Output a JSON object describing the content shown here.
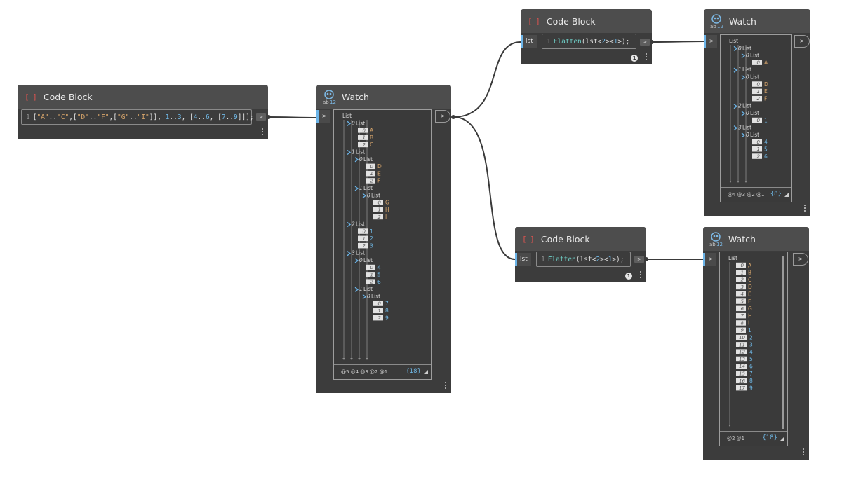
{
  "nodes": {
    "cb_main": {
      "title": "Code Block",
      "line": "1",
      "code": [
        {
          "t": "[",
          "c": ""
        },
        {
          "t": "\"A\"",
          "c": "str"
        },
        {
          "t": "..",
          "c": ""
        },
        {
          "t": "\"C\"",
          "c": "str"
        },
        {
          "t": ",[",
          "c": ""
        },
        {
          "t": "\"D\"",
          "c": "str"
        },
        {
          "t": "..",
          "c": ""
        },
        {
          "t": "\"F\"",
          "c": "str"
        },
        {
          "t": ",[",
          "c": ""
        },
        {
          "t": "\"G\"",
          "c": "str"
        },
        {
          "t": "..",
          "c": ""
        },
        {
          "t": "\"I\"",
          "c": "str"
        },
        {
          "t": "]], ",
          "c": ""
        },
        {
          "t": "1",
          "c": "num"
        },
        {
          "t": "..",
          "c": ""
        },
        {
          "t": "3",
          "c": "num"
        },
        {
          "t": ", [",
          "c": ""
        },
        {
          "t": "4",
          "c": "num"
        },
        {
          "t": "..",
          "c": ""
        },
        {
          "t": "6",
          "c": "num"
        },
        {
          "t": ", [",
          "c": ""
        },
        {
          "t": "7",
          "c": "num"
        },
        {
          "t": "..",
          "c": ""
        },
        {
          "t": "9",
          "c": "num"
        },
        {
          "t": "]]];",
          "c": ""
        }
      ],
      "out_label": ">"
    },
    "cb_top": {
      "title": "Code Block",
      "line": "1",
      "in_label": "lst",
      "code": [
        {
          "t": "Flatten",
          "c": "fn"
        },
        {
          "t": "(lst<",
          "c": ""
        },
        {
          "t": "2",
          "c": "num"
        },
        {
          "t": "><",
          "c": ""
        },
        {
          "t": "1",
          "c": "num"
        },
        {
          "t": ">);",
          "c": ""
        }
      ],
      "out_label": ">",
      "badge": "1"
    },
    "cb_bottom": {
      "title": "Code Block",
      "line": "1",
      "in_label": "lst",
      "code": [
        {
          "t": "Flatten",
          "c": "fn"
        },
        {
          "t": "(lst<",
          "c": ""
        },
        {
          "t": "2",
          "c": "num"
        },
        {
          "t": "><",
          "c": ""
        },
        {
          "t": "1",
          "c": "num"
        },
        {
          "t": ">);",
          "c": ""
        }
      ],
      "out_label": ">",
      "badge": "1"
    },
    "watch_main": {
      "title": "Watch",
      "in_label": ">",
      "out_label": ">",
      "levels": "@5 @4 @3 @2 @1",
      "count": "{18}",
      "tree": [
        {
          "d": 0,
          "k": "list",
          "t": "List"
        },
        {
          "d": 1,
          "k": "list",
          "i": "0",
          "t": "List"
        },
        {
          "d": 2,
          "k": "item",
          "i": "0",
          "t": "A",
          "c": "str"
        },
        {
          "d": 2,
          "k": "item",
          "i": "1",
          "t": "B",
          "c": "str"
        },
        {
          "d": 2,
          "k": "item",
          "i": "2",
          "t": "C",
          "c": "str"
        },
        {
          "d": 1,
          "k": "list",
          "i": "1",
          "t": "List"
        },
        {
          "d": 2,
          "k": "list",
          "i": "0",
          "t": "List"
        },
        {
          "d": 3,
          "k": "item",
          "i": "0",
          "t": "D",
          "c": "str"
        },
        {
          "d": 3,
          "k": "item",
          "i": "1",
          "t": "E",
          "c": "str"
        },
        {
          "d": 3,
          "k": "item",
          "i": "2",
          "t": "F",
          "c": "str"
        },
        {
          "d": 2,
          "k": "list",
          "i": "1",
          "t": "List"
        },
        {
          "d": 3,
          "k": "list",
          "i": "0",
          "t": "List"
        },
        {
          "d": 4,
          "k": "item",
          "i": "0",
          "t": "G",
          "c": "str"
        },
        {
          "d": 4,
          "k": "item",
          "i": "1",
          "t": "H",
          "c": "str"
        },
        {
          "d": 4,
          "k": "item",
          "i": "2",
          "t": "I",
          "c": "str"
        },
        {
          "d": 1,
          "k": "list",
          "i": "2",
          "t": "List"
        },
        {
          "d": 2,
          "k": "item",
          "i": "0",
          "t": "1",
          "c": "num"
        },
        {
          "d": 2,
          "k": "item",
          "i": "1",
          "t": "2",
          "c": "num"
        },
        {
          "d": 2,
          "k": "item",
          "i": "2",
          "t": "3",
          "c": "num"
        },
        {
          "d": 1,
          "k": "list",
          "i": "3",
          "t": "List"
        },
        {
          "d": 2,
          "k": "list",
          "i": "0",
          "t": "List"
        },
        {
          "d": 3,
          "k": "item",
          "i": "0",
          "t": "4",
          "c": "num"
        },
        {
          "d": 3,
          "k": "item",
          "i": "1",
          "t": "5",
          "c": "num"
        },
        {
          "d": 3,
          "k": "item",
          "i": "2",
          "t": "6",
          "c": "num"
        },
        {
          "d": 2,
          "k": "list",
          "i": "1",
          "t": "List"
        },
        {
          "d": 3,
          "k": "list",
          "i": "0",
          "t": "List"
        },
        {
          "d": 4,
          "k": "item",
          "i": "0",
          "t": "7",
          "c": "num"
        },
        {
          "d": 4,
          "k": "item",
          "i": "1",
          "t": "8",
          "c": "num"
        },
        {
          "d": 4,
          "k": "item",
          "i": "2",
          "t": "9",
          "c": "num"
        }
      ]
    },
    "watch_top": {
      "title": "Watch",
      "in_label": ">",
      "out_label": ">",
      "levels": "@4 @3 @2 @1",
      "count": "{8}",
      "tree": [
        {
          "d": 0,
          "k": "list",
          "t": "List"
        },
        {
          "d": 1,
          "k": "list",
          "i": "0",
          "t": "List"
        },
        {
          "d": 2,
          "k": "list",
          "i": "0",
          "t": "List"
        },
        {
          "d": 3,
          "k": "item",
          "i": "0",
          "t": "A",
          "c": "str"
        },
        {
          "d": 1,
          "k": "list",
          "i": "1",
          "t": "List"
        },
        {
          "d": 2,
          "k": "list",
          "i": "0",
          "t": "List"
        },
        {
          "d": 3,
          "k": "item",
          "i": "0",
          "t": "D",
          "c": "str"
        },
        {
          "d": 3,
          "k": "item",
          "i": "1",
          "t": "E",
          "c": "str"
        },
        {
          "d": 3,
          "k": "item",
          "i": "2",
          "t": "F",
          "c": "str"
        },
        {
          "d": 1,
          "k": "list",
          "i": "2",
          "t": "List"
        },
        {
          "d": 2,
          "k": "list",
          "i": "0",
          "t": "List"
        },
        {
          "d": 3,
          "k": "item",
          "i": "0",
          "t": "1",
          "c": "num"
        },
        {
          "d": 1,
          "k": "list",
          "i": "3",
          "t": "List"
        },
        {
          "d": 2,
          "k": "list",
          "i": "0",
          "t": "List"
        },
        {
          "d": 3,
          "k": "item",
          "i": "0",
          "t": "4",
          "c": "num"
        },
        {
          "d": 3,
          "k": "item",
          "i": "1",
          "t": "5",
          "c": "num"
        },
        {
          "d": 3,
          "k": "item",
          "i": "2",
          "t": "6",
          "c": "num"
        }
      ]
    },
    "watch_bottom": {
      "title": "Watch",
      "in_label": ">",
      "out_label": ">",
      "levels": "@2 @1",
      "count": "{18}",
      "tree": [
        {
          "d": 0,
          "k": "list",
          "t": "List"
        },
        {
          "d": 1,
          "k": "item",
          "i": "0",
          "t": "A",
          "c": "str"
        },
        {
          "d": 1,
          "k": "item",
          "i": "1",
          "t": "B",
          "c": "str"
        },
        {
          "d": 1,
          "k": "item",
          "i": "2",
          "t": "C",
          "c": "str"
        },
        {
          "d": 1,
          "k": "item",
          "i": "3",
          "t": "D",
          "c": "str"
        },
        {
          "d": 1,
          "k": "item",
          "i": "4",
          "t": "E",
          "c": "str"
        },
        {
          "d": 1,
          "k": "item",
          "i": "5",
          "t": "F",
          "c": "str"
        },
        {
          "d": 1,
          "k": "item",
          "i": "6",
          "t": "G",
          "c": "str"
        },
        {
          "d": 1,
          "k": "item",
          "i": "7",
          "t": "H",
          "c": "str"
        },
        {
          "d": 1,
          "k": "item",
          "i": "8",
          "t": "I",
          "c": "str"
        },
        {
          "d": 1,
          "k": "item",
          "i": "9",
          "t": "1",
          "c": "num"
        },
        {
          "d": 1,
          "k": "item",
          "i": "10",
          "t": "2",
          "c": "num"
        },
        {
          "d": 1,
          "k": "item",
          "i": "11",
          "t": "3",
          "c": "num"
        },
        {
          "d": 1,
          "k": "item",
          "i": "12",
          "t": "4",
          "c": "num"
        },
        {
          "d": 1,
          "k": "item",
          "i": "13",
          "t": "5",
          "c": "num"
        },
        {
          "d": 1,
          "k": "item",
          "i": "14",
          "t": "6",
          "c": "num"
        },
        {
          "d": 1,
          "k": "item",
          "i": "15",
          "t": "7",
          "c": "num"
        },
        {
          "d": 1,
          "k": "item",
          "i": "16",
          "t": "8",
          "c": "num"
        },
        {
          "d": 1,
          "k": "item",
          "i": "17",
          "t": "9",
          "c": "num"
        }
      ]
    }
  },
  "colors": {
    "canvas": "#ffffff",
    "node_body": "#3c3c3c",
    "node_header": "#4d4d4d",
    "port_accent": "#6bb4e8",
    "string_value": "#d7a56b",
    "number_value": "#6fb8e6",
    "function_name": "#6fd0c8",
    "wire": "#3a3a3a"
  },
  "icons": {
    "code_block": "code-block-icon",
    "watch": "watch-icon",
    "menu": "more-vertical-icon",
    "expand": "chevron-right-icon",
    "resize": "resize-grip-icon"
  }
}
